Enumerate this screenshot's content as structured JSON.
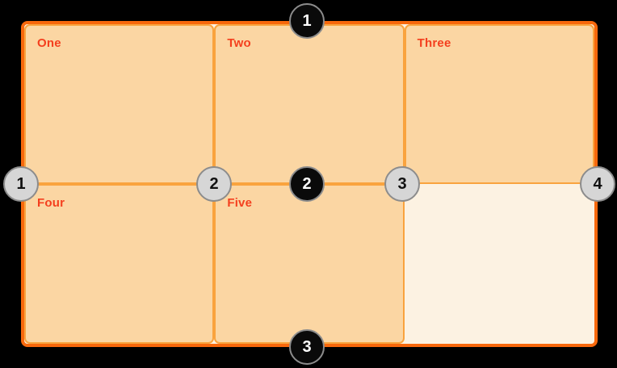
{
  "colors": {
    "page-bg": "#000000",
    "container-border": "#F7680C",
    "container-fill": "#FCF2E2",
    "cell-fill": "#FBD6A3",
    "cell-border": "#F9A33E",
    "cell-label": "#F43F1E",
    "row-marker-bg": "#0A0A0A",
    "row-marker-text": "#FFFFFF",
    "col-marker-bg": "#D6D6D6",
    "col-marker-text": "#111111",
    "marker-ring": "#8C8C8C"
  },
  "diagram": {
    "cells": [
      {
        "label": "One"
      },
      {
        "label": "Two"
      },
      {
        "label": "Three"
      },
      {
        "label": "Four"
      },
      {
        "label": "Five"
      },
      {
        "label": ""
      }
    ],
    "row_line_markers": [
      {
        "number": "1"
      },
      {
        "number": "2"
      },
      {
        "number": "3"
      }
    ],
    "column_line_markers": [
      {
        "number": "1"
      },
      {
        "number": "2"
      },
      {
        "number": "3"
      },
      {
        "number": "4"
      }
    ]
  }
}
